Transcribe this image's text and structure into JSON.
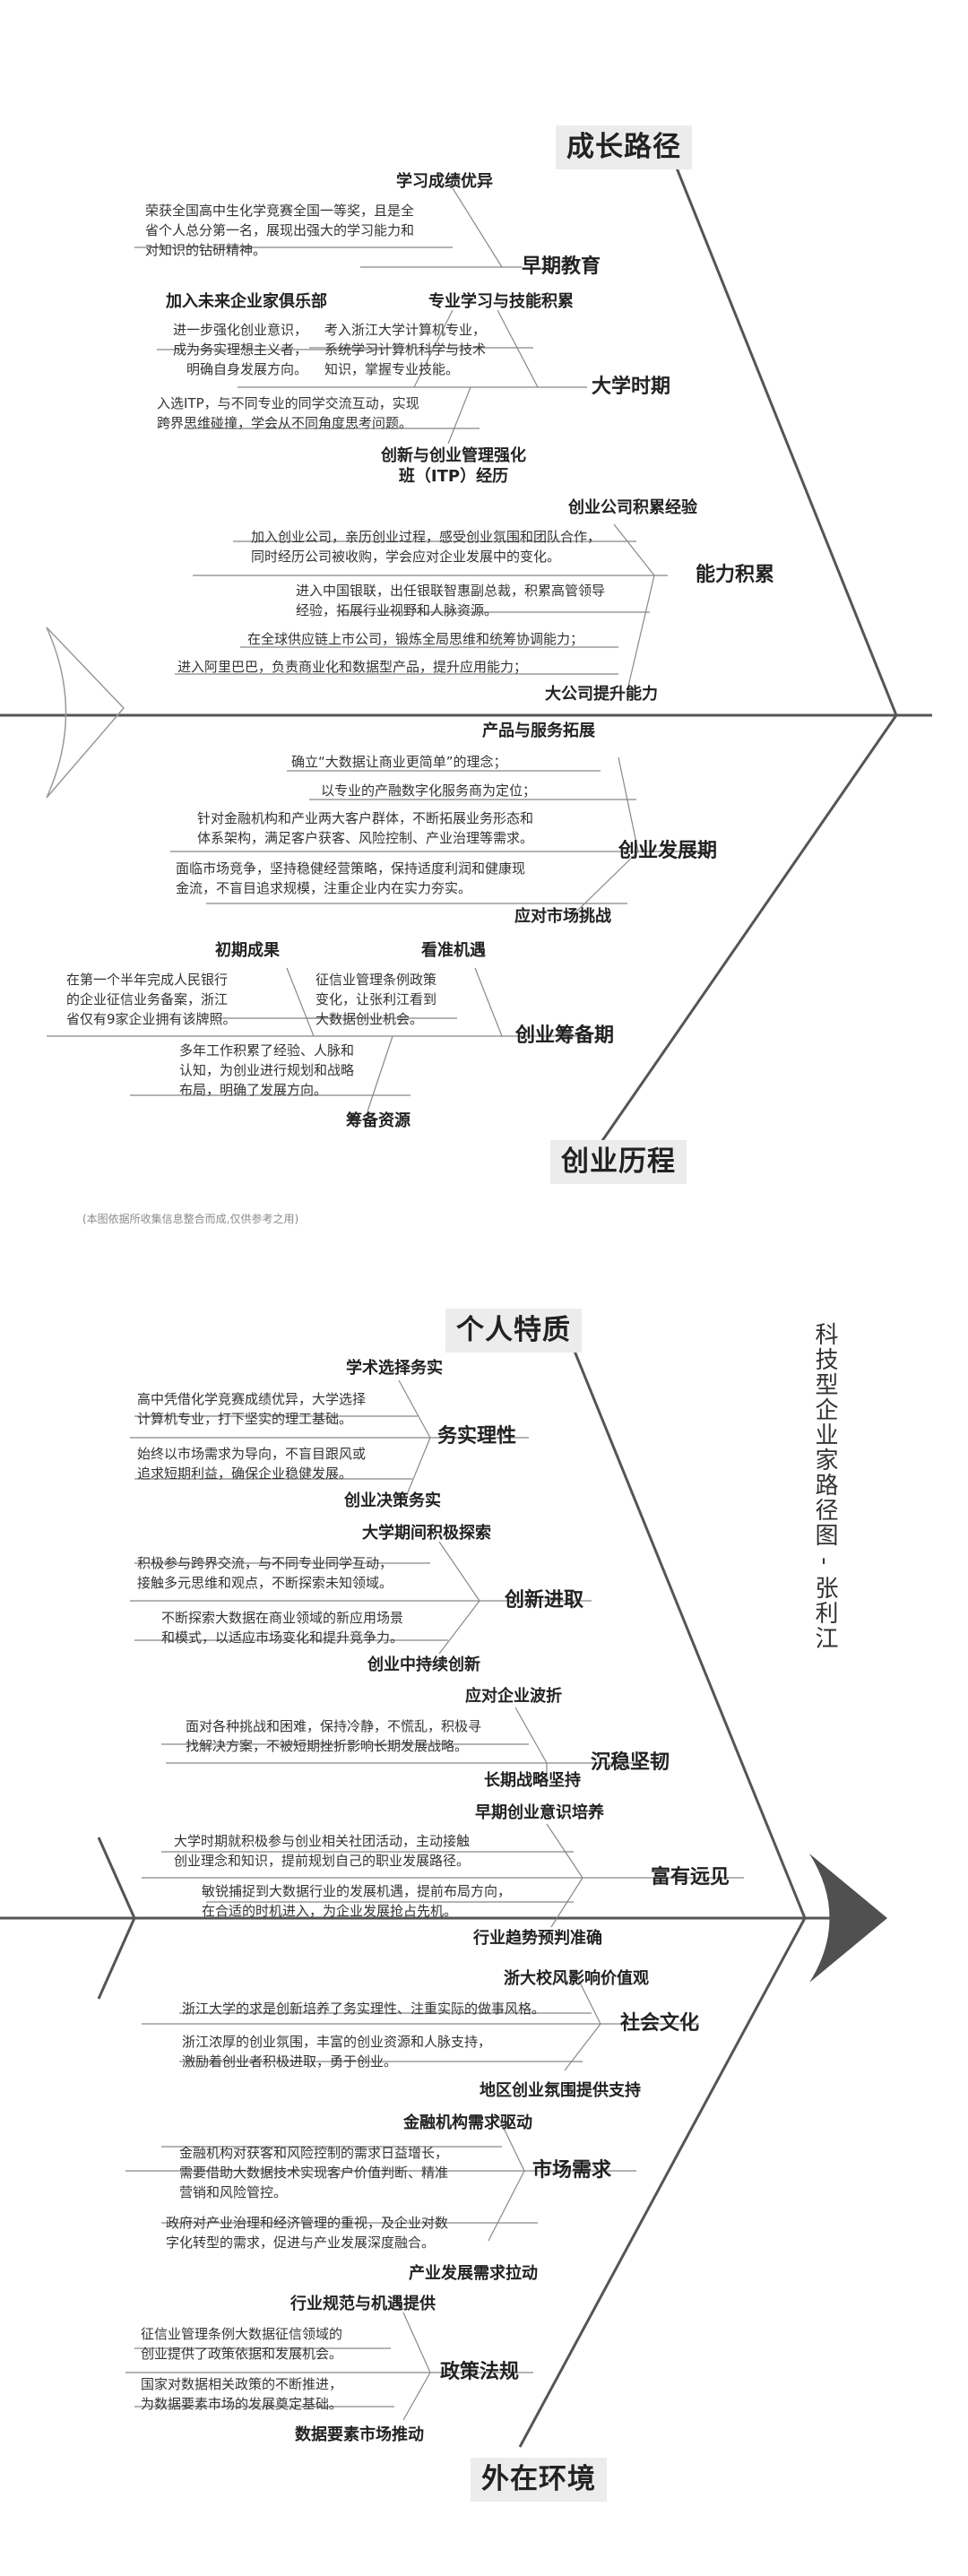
{
  "title": "科技型企业家路径图 - 张利江",
  "note": "(本图依据所收集信息整合而成,仅供参考之用)",
  "upper": {
    "top_label": "成长路径",
    "bottom_label": "创业历程",
    "early": {
      "name": "早期教育",
      "sub1": "学习成绩优异",
      "desc1": "荣获全国高中生化学竞赛全国一等奖，且是全\n省个人总分第一名，展现出强大的学习能力和\n对知识的钻研精神。"
    },
    "college": {
      "name": "大学时期",
      "sub1": "加入未来企业家俱乐部",
      "desc1": "进一步强化创业意识，\n成为务实理想主义者，\n明确自身发展方向。",
      "sub2": "专业学习与技能积累",
      "desc2": "考入浙江大学计算机专业，\n系统学习计算机科学与技术\n知识，掌握专业技能。",
      "desc3": "入选ITP，与不同专业的同学交流互动，实现\n跨界思维碰撞，学会从不同角度思考问题。",
      "sub3": "创新与创业管理强化\n班（ITP）经历"
    },
    "ability": {
      "name": "能力积累",
      "sub1": "创业公司积累经验",
      "desc1": "加入创业公司，亲历创业过程，感受创业氛围和团队合作，\n同时经历公司被收购，学会应对企业发展中的变化。",
      "desc2": "进入中国银联，出任银联智惠副总裁，积累高管领导\n经验，拓展行业视野和人脉资源。",
      "desc3": "在全球供应链上市公司，锻炼全局思维和统筹协调能力；",
      "desc4": "进入阿里巴巴，负责商业化和数据型产品，提升应用能力；",
      "sub2": "大公司提升能力"
    },
    "develop": {
      "name": "创业发展期",
      "sub1": "产品与服务拓展",
      "desc1": "确立“大数据让商业更简单”的理念；",
      "desc2": "以专业的产融数字化服务商为定位；",
      "desc3": "针对金融机构和产业两大客户群体，不断拓展业务形态和\n体系架构，满足客户获客、风险控制、产业治理等需求。",
      "desc4": "面临市场竞争，坚持稳健经营策略，保持适度利润和健康现\n金流，不盲目追求规模，注重企业内在实力夯实。",
      "sub2": "应对市场挑战"
    },
    "prep": {
      "name": "创业筹备期",
      "sub1": "初期成果",
      "desc1": "在第一个半年完成人民银行\n的企业征信业务备案，浙江\n省仅有9家企业拥有该牌照。",
      "sub2": "看准机遇",
      "desc2": "征信业管理条例政策\n变化，让张利江看到\n大数据创业机会。",
      "desc3": "多年工作积累了经验、人脉和\n认知，为创业进行规划和战略\n布局，明确了发展方向。",
      "sub3": "筹备资源"
    }
  },
  "lower": {
    "top_label": "个人特质",
    "bottom_label": "外在环境",
    "pragmatic": {
      "name": "务实理性",
      "sub1": "学术选择务实",
      "desc1": "高中凭借化学竞赛成绩优异，大学选择\n计算机专业，打下坚实的理工基础。",
      "desc2": "始终以市场需求为导向，不盲目跟风或\n追求短期利益，确保企业稳健发展。",
      "sub2": "创业决策务实"
    },
    "innovative": {
      "name": "创新进取",
      "sub1": "大学期间积极探索",
      "desc1": "积极参与跨界交流，与不同专业同学互动，\n接触多元思维和观点，不断探索未知领域。",
      "desc2": "不断探索大数据在商业领域的新应用场景\n和模式，以适应市场变化和提升竞争力。",
      "sub2": "创业中持续创新"
    },
    "calm": {
      "name": "沉稳坚韧",
      "sub1": "应对企业波折",
      "desc1": "面对各种挑战和困难，保持冷静，不慌乱，积极寻\n找解决方案，不被短期挫折影响长期发展战略。",
      "sub2": "长期战略坚持"
    },
    "vision": {
      "name": "富有远见",
      "sub1": "早期创业意识培养",
      "desc1": "大学时期就积极参与创业相关社团活动，主动接触\n创业理念和知识，提前规划自己的职业发展路径。",
      "desc2": "敏锐捕捉到大数据行业的发展机遇，提前布局方向，\n在合适的时机进入，为企业发展抢占先机。",
      "sub2": "行业趋势预判准确"
    },
    "culture": {
      "name": "社会文化",
      "sub1": "浙大校风影响价值观",
      "desc1": "浙江大学的求是创新培养了务实理性、注重实际的做事风格。",
      "desc2": "浙江浓厚的创业氛围，丰富的创业资源和人脉支持，\n激励着创业者积极进取，勇于创业。",
      "sub2": "地区创业氛围提供支持"
    },
    "market": {
      "name": "市场需求",
      "sub1": "金融机构需求驱动",
      "desc1": "金融机构对获客和风险控制的需求日益增长，\n需要借助大数据技术实现客户价值判断、精准\n营销和风险管控。",
      "desc2": "政府对产业治理和经济管理的重视，及企业对数\n字化转型的需求，促进与产业发展深度融合。",
      "sub2": "产业发展需求拉动"
    },
    "policy": {
      "name": "政策法规",
      "sub1": "行业规范与机遇提供",
      "desc1": "征信业管理条例大数据征信领域的\n创业提供了政策依据和发展机会。",
      "desc2": "国家对数据相关政策的不断推进，\n为数据要素市场的发展奠定基础。",
      "sub2": "数据要素市场推动"
    }
  }
}
